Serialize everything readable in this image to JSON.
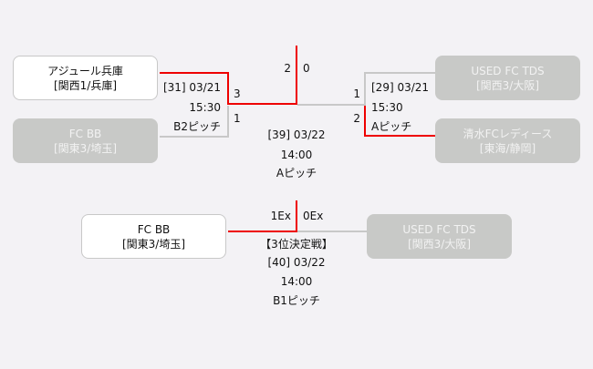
{
  "colors": {
    "win_line": "#ee0000",
    "lose_line": "#c8c8c8"
  },
  "semi1": {
    "team_a": {
      "name": "アジュール兵庫",
      "region": "[関西1/兵庫]",
      "score": "3"
    },
    "team_b": {
      "name": "FC BB",
      "region": "[関東3/埼玉]",
      "score": "1"
    },
    "match": "[31] 03/21",
    "time": "15:30",
    "pitch": "B2ピッチ"
  },
  "semi2": {
    "team_a": {
      "name": "USED FC TDS",
      "region": "[関西3/大阪]",
      "score": "1"
    },
    "team_b": {
      "name": "清水FCレディース",
      "region": "[東海/静岡]",
      "score": "2"
    },
    "match": "[29] 03/21",
    "time": "15:30",
    "pitch": "Aピッチ"
  },
  "final": {
    "score_left": "2",
    "score_right": "0",
    "match": "[39] 03/22",
    "time": "14:00",
    "pitch": "Aピッチ"
  },
  "third": {
    "team_a": {
      "name": "FC BB",
      "region": "[関東3/埼玉]",
      "score": "1Ex"
    },
    "team_b": {
      "name": "USED FC TDS",
      "region": "[関西3/大阪]",
      "score": "0Ex"
    },
    "title": "【3位決定戦】",
    "match": "[40] 03/22",
    "time": "14:00",
    "pitch": "B1ピッチ"
  }
}
